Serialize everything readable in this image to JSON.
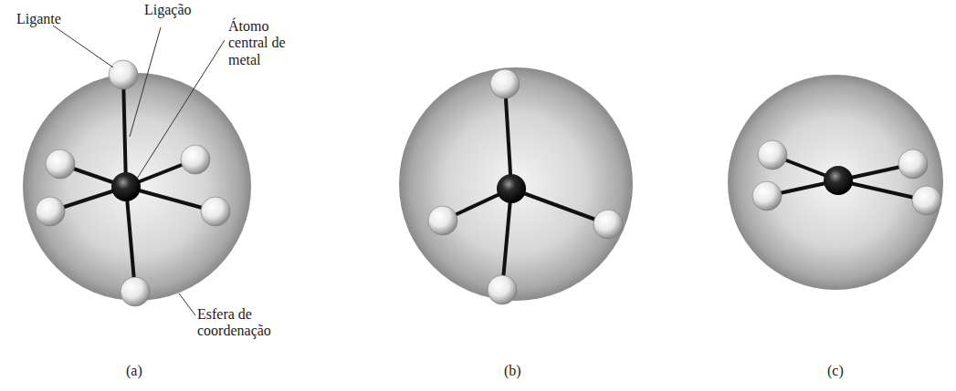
{
  "diagram": {
    "labels": [
      "Ligante",
      "Ligação",
      "Átomo central de metal",
      "Esfera de coordenação",
      "(a)",
      "(b)",
      "(c)"
    ]
  }
}
